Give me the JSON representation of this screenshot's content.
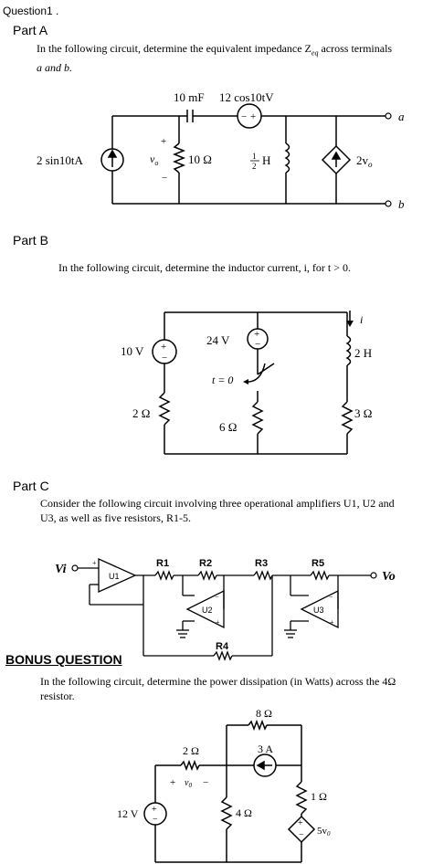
{
  "question_title": "Question1 .",
  "part_a": {
    "heading": "Part A",
    "text_line1": "In the following circuit, determine the equivalent impedance Z",
    "text_sub": "eq",
    "text_line1b": " across terminals",
    "text_line2": "a and b.",
    "labels": {
      "cap": "10 mF",
      "vsrc": "12 cos10tV",
      "isrc": "2 sin10tA",
      "vo": "v",
      "vo_sub": "o",
      "res": "10 Ω",
      "ind": "H",
      "ind_num": "1",
      "ind_den": "2",
      "dep": "2v",
      "dep_sub": "o",
      "term_a": "a",
      "term_b": "b",
      "plus": "+",
      "minus": "−"
    }
  },
  "part_b": {
    "heading": "Part B",
    "text": "In the following circuit, determine the inductor current, i, for t > 0.",
    "labels": {
      "v10": "10 V",
      "v24": "24 V",
      "switch": "t = 0",
      "r2": "2 Ω",
      "r6": "6 Ω",
      "r3": "3 Ω",
      "ind": "2 H",
      "i": "i"
    }
  },
  "part_c": {
    "heading": "Part C",
    "text_line1": "Consider the following circuit involving three operational amplifiers U1, U2 and",
    "text_line2": "U3, as well as five resistors, R1-5.",
    "labels": {
      "vi": "Vi",
      "vo": "Vo",
      "u1": "U1",
      "u2": "U2",
      "u3": "U3",
      "r1": "R1",
      "r2": "R2",
      "r3": "R3",
      "r4": "R4",
      "r5": "R5"
    }
  },
  "bonus": {
    "heading": "BONUS QUESTION",
    "text_line1": "In the following circuit, determine the power dissipation (in Watts) across the 4Ω",
    "text_line2": "resistor.",
    "labels": {
      "r8": "8 Ω",
      "r2": "2 Ω",
      "a3": "3 A",
      "v12": "12 V",
      "r4": "4 Ω",
      "r1": "1 Ω",
      "dep": "5v",
      "dep_sub": "0",
      "vo": "v",
      "vo_sub": "0"
    }
  }
}
